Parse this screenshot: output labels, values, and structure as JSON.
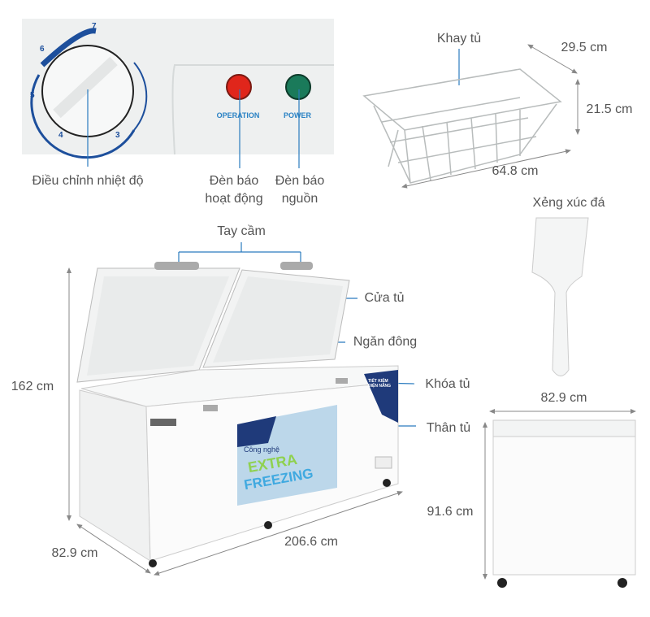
{
  "control_panel": {
    "dial_numbers": [
      "7",
      "6",
      "5",
      "4",
      "3"
    ],
    "operation_text": "OPERATION",
    "power_text": "POWER",
    "labels": {
      "temperature_dial": "Điều chỉnh nhiệt độ",
      "operation_light": [
        "Đèn báo",
        "hoạt động"
      ],
      "power_light": [
        "Đèn báo",
        "nguồn"
      ]
    },
    "colors": {
      "panel": "#eef0f0",
      "dial_scale": "#1d4f9c",
      "operation_led": "#e0261b",
      "power_led": "#1a7a5a",
      "panel_text": "#2a82c4"
    }
  },
  "basket": {
    "label": "Khay tủ",
    "depth": "29.5 cm",
    "height": "21.5 cm",
    "width": "64.8 cm"
  },
  "scoop": {
    "label": "Xẻng xúc đá"
  },
  "freezer": {
    "labels": {
      "handle": "Tay cầm",
      "door": "Cửa tủ",
      "compartment": "Ngăn đông",
      "lock": "Khóa tủ",
      "body": "Thân tủ"
    },
    "height": "162 cm",
    "depth": "82.9 cm",
    "width": "206.6 cm",
    "sticker": {
      "line1": "Công nghệ",
      "line2": "EXTRA",
      "line3": "FREEZING"
    },
    "badge": {
      "line1": "TIẾT KIỆM",
      "line2": "ĐIỆN NĂNG"
    }
  },
  "side_view": {
    "width": "82.9 cm",
    "height": "91.6 cm"
  },
  "colors": {
    "label_text": "#555555",
    "dimension_line": "#888888",
    "callout_line": "#2a7bbf"
  }
}
